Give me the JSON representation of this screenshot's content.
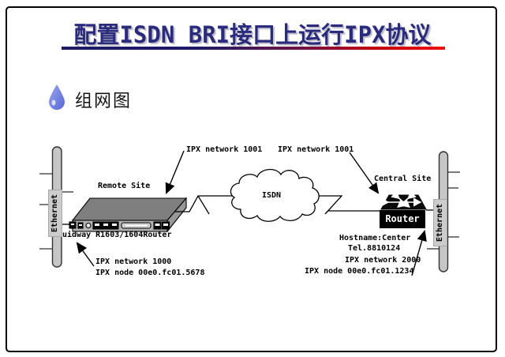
{
  "slide": {
    "title": "配置ISDN BRI接口上运行IPX协议",
    "bullet": "组网图"
  },
  "diagram": {
    "sites": {
      "remote_site": "Remote Site",
      "central_site": "Central Site"
    },
    "cloud": {
      "label": "ISDN"
    },
    "links": {
      "ipx_network_1001_left": "IPX network 1001",
      "ipx_network_1001_right": "IPX network 1001"
    },
    "remote_router": {
      "model_label": "uidway R1603/1604Router",
      "lan": {
        "network": "IPX network 1000",
        "node": "IPX node 00e0.fc01.5678"
      }
    },
    "central_router": {
      "name": "Router",
      "hostname": "Hostname:Center",
      "tel": "Tel.8810124",
      "lan": {
        "network": "IPX network 2000",
        "node": "IPX node 00e0.fc01.1234"
      }
    },
    "segments": {
      "ethernet_left": "Ethernet",
      "ethernet_right": "Ethernet"
    }
  },
  "colors": {
    "title_text": "#2b2b7e",
    "underline_left": "#1b1b66",
    "underline_right": "#f01010",
    "drop_icon": "#6878dc",
    "ethernet_bar": "#c6c6c6",
    "router_black": "#000000",
    "device_gray": "#b4b4b4"
  }
}
